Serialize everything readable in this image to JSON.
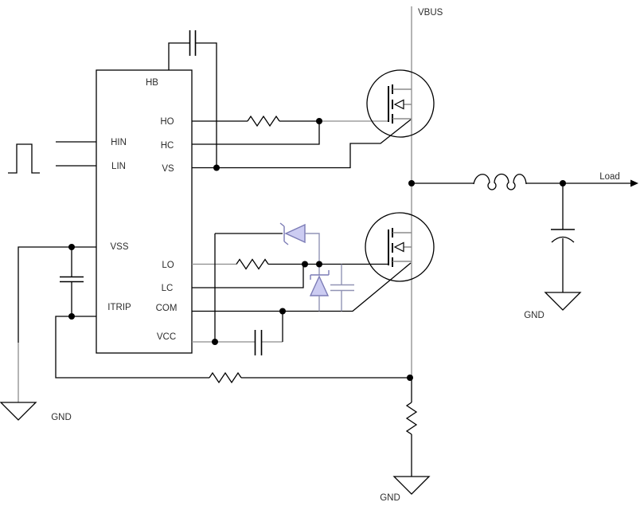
{
  "schematic": {
    "ic": {
      "pins": {
        "hb": "HB",
        "ho": "HO",
        "hin": "HIN",
        "hc": "HC",
        "lin": "LIN",
        "vs": "VS",
        "vss": "VSS",
        "lo": "LO",
        "lc": "LC",
        "itrip": "ITRIP",
        "com": "COM",
        "vcc": "VCC"
      }
    },
    "labels": {
      "vbus": "VBUS",
      "load": "Load",
      "gnd_left": "GND",
      "gnd_bottom": "GND",
      "gnd_right": "GND"
    },
    "colors": {
      "wire": "#000000",
      "bus_gray": "#8c8c8c",
      "zener_fill": "#ccccf2",
      "zener_stroke": "#7b7bb5",
      "cap_accent": "#9193b5",
      "background": "#ffffff"
    }
  }
}
